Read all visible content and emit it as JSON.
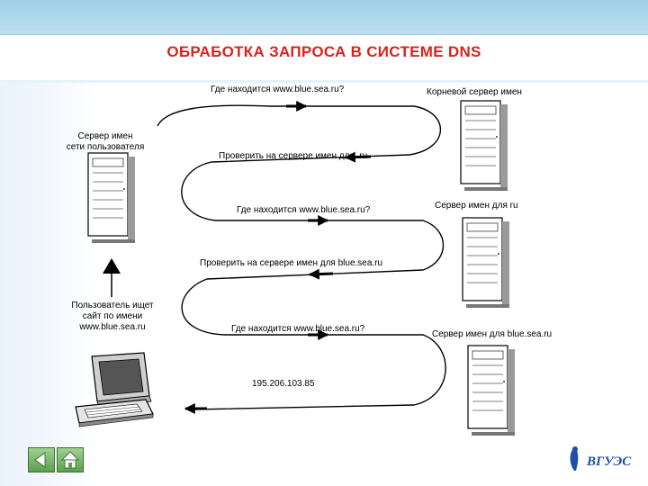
{
  "title": "ОБРАБОТКА ЗАПРОСА В СИСТЕМЕ DNS",
  "labels": {
    "msg1": "Где находится www.blue.sea.ru?",
    "root_server": "Корневой сервер имен",
    "user_server": "Сервер имен\nсети пользователя",
    "msg2": "Проверить на сервере имен для .ru",
    "msg3": "Где находится www.blue.sea.ru?",
    "ru_server": "Сервер имен для ru",
    "msg4": "Проверить на сервере имен для blue.sea.ru",
    "user_desc": "Пользователь ищет\nсайт по имени\nwww.blue.sea.ru",
    "msg5": "Где находится www.blue.sea.ru?",
    "bluesea_server": "Сервер имен для blue.sea.ru",
    "msg6": "195.206.103.85"
  },
  "colors": {
    "title": "#d8241c",
    "header": "#9fd0e8",
    "nav_button": "#5c9f4e",
    "logo": "#1f4fa6"
  },
  "icons": {
    "nav_back": "arrow-left-icon",
    "nav_home": "home-icon",
    "logo": "university-logo"
  }
}
